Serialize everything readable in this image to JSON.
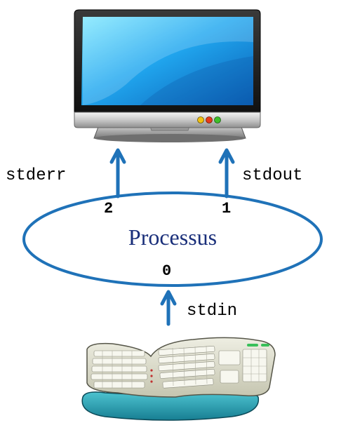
{
  "diagram": {
    "process_label": "Processus",
    "streams": {
      "stderr": {
        "name": "stderr",
        "fd": "2"
      },
      "stdout": {
        "name": "stdout",
        "fd": "1"
      },
      "stdin": {
        "name": "stdin",
        "fd": "0"
      }
    },
    "icons": {
      "top": "monitor-icon",
      "bottom": "keyboard-icon"
    },
    "colors": {
      "accent": "#1f72b8",
      "label": "#1a2f7a",
      "text": "#000000"
    }
  }
}
